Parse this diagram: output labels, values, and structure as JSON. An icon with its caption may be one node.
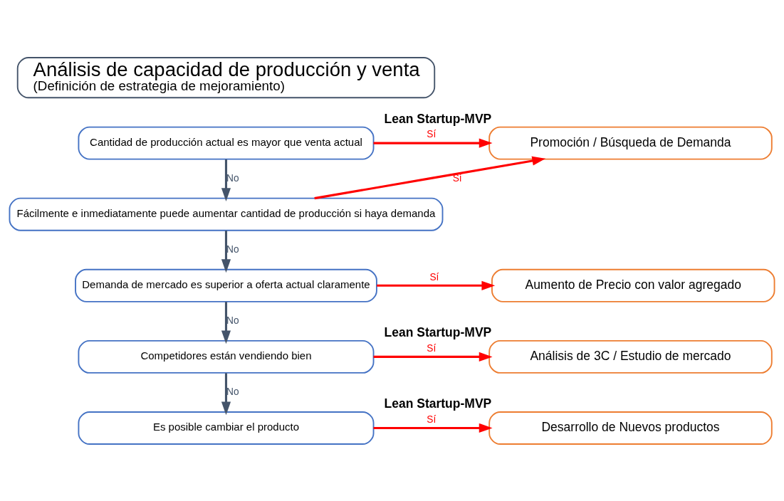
{
  "diagram": {
    "nodes": [
      {
        "text": [
          "Análisis de capacidad de producción y venta",
          "(Definición de estrategia de mejoramiento)"
        ]
      },
      {
        "text": [
          "Cantidad de producción actual es mayor que venta actual"
        ]
      },
      {
        "text": [
          "Fácilmente e inmediatamente puede aumentar cantidad de producción si haya demanda"
        ]
      },
      {
        "text": [
          "Demanda de mercado es superior a oferta actual claramente"
        ]
      },
      {
        "text": [
          "Competidores están vendiendo bien"
        ]
      },
      {
        "text": [
          "Es posible cambiar el producto"
        ]
      },
      {
        "text": [
          "Promoción / Búsqueda de Demanda"
        ],
        "beside": [
          "Lean Startup-MVP"
        ]
      },
      {
        "text": [
          "Aumento de Precio con valor agregado"
        ]
      },
      {
        "text": [
          "Análisis de 3C / Estudio de mercado"
        ],
        "beside": [
          "Lean Startup-MVP"
        ]
      },
      {
        "text": [
          "Desarrollo de Nuevos productos"
        ],
        "beside": [
          "Lean Startup-MVP"
        ]
      }
    ],
    "edges": [
      {
        "from": 1,
        "to": 2,
        "arrow": "to",
        "label": "No",
        "color": "#44546a"
      },
      {
        "from": 1,
        "to": 6,
        "arrow": "to",
        "label": "Sí",
        "color": "#ff0000"
      },
      {
        "from": 2,
        "to": 6,
        "arrow": "to",
        "label": "Sí",
        "color": "#ff0000"
      },
      {
        "from": 2,
        "to": 3,
        "arrow": "to",
        "label": "No",
        "color": "#44546a"
      },
      {
        "from": 3,
        "to": 7,
        "arrow": "to",
        "label": "Sí",
        "color": "#ff0000"
      },
      {
        "from": 3,
        "to": 4,
        "arrow": "to",
        "label": "No",
        "color": "#44546a"
      },
      {
        "from": 4,
        "to": 8,
        "arrow": "to",
        "label": "Sí",
        "color": "#ff0000"
      },
      {
        "from": 4,
        "to": 5,
        "arrow": "to",
        "label": "No",
        "color": "#44546a"
      },
      {
        "from": 5,
        "to": 9,
        "arrow": "to",
        "label": "Sí",
        "color": "#ff0000"
      }
    ]
  }
}
